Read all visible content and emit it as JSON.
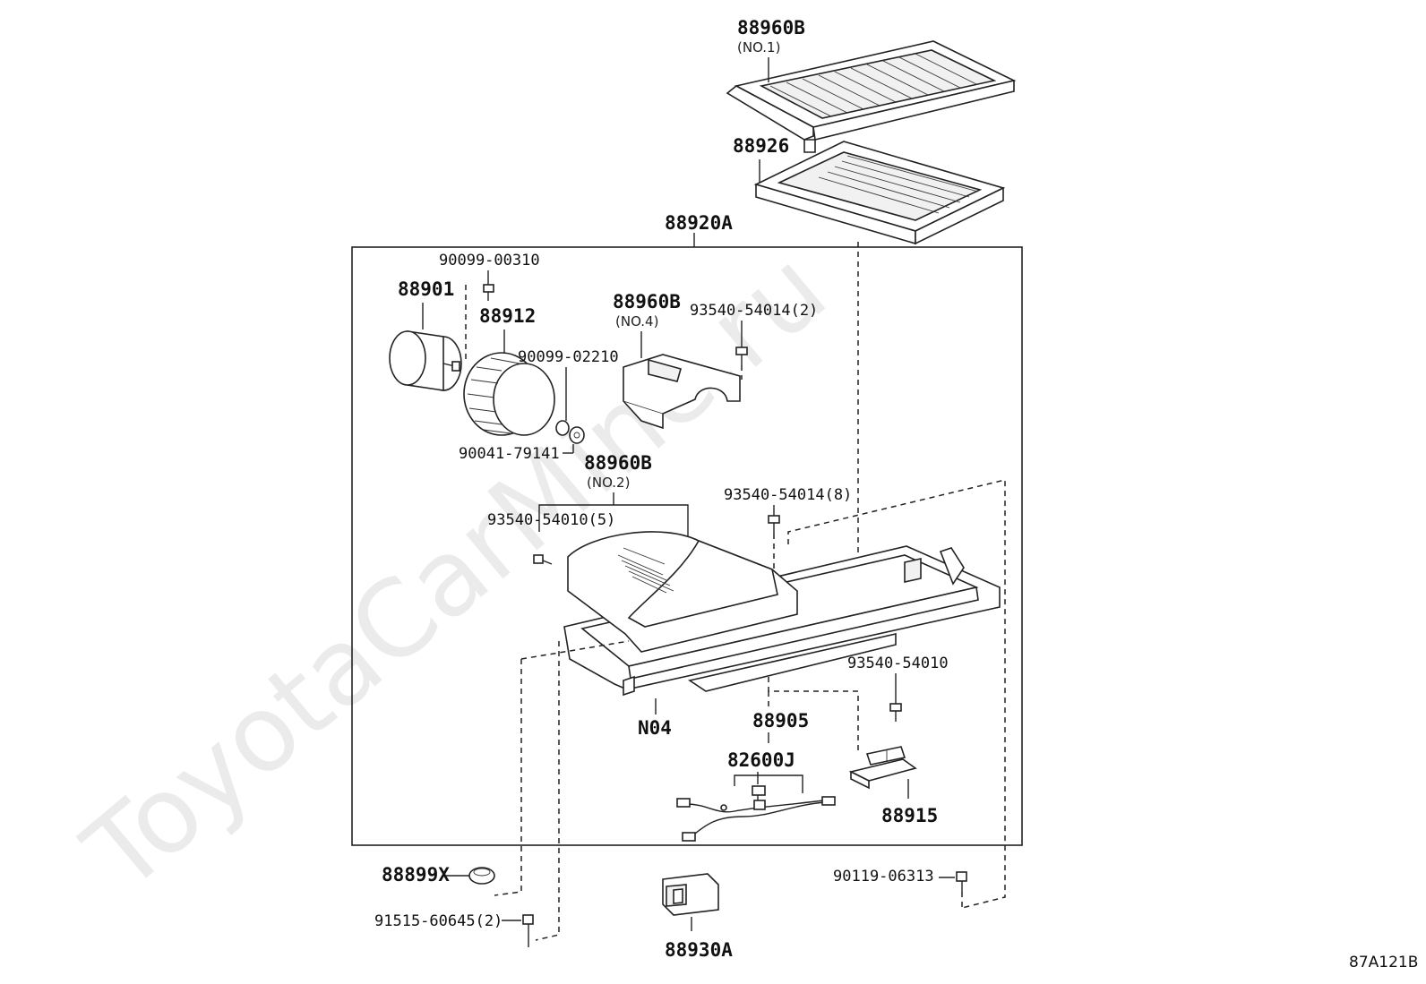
{
  "watermark": "ToyotaCarMine.ru",
  "diagram_code": "87A121B",
  "assembly_label": "88920A",
  "parts": {
    "p88960b_no1": "88960B",
    "p88960b_no1_sub": "(NO.1)",
    "p88926": "88926",
    "p90099_00310": "90099-00310",
    "p88901": "88901",
    "p88912": "88912",
    "p90099_02210": "90099-02210",
    "p90041_79141": "90041-79141",
    "p88960b_no4": "88960B",
    "p88960b_no4_sub": "(NO.4)",
    "p93540_54014_2": "93540-54014(2)",
    "p88960b_no2": "88960B",
    "p88960b_no2_sub": "(NO.2)",
    "p93540_54014_8": "93540-54014(8)",
    "p93540_54010_5": "93540-54010(5)",
    "p93540_54010": "93540-54010",
    "pN04": "N04",
    "p88905": "88905",
    "p82600j": "82600J",
    "p88915": "88915",
    "p88899x": "88899X",
    "p91515_60645": "91515-60645(2)",
    "p88930a": "88930A",
    "p90119_06313": "90119-06313"
  }
}
